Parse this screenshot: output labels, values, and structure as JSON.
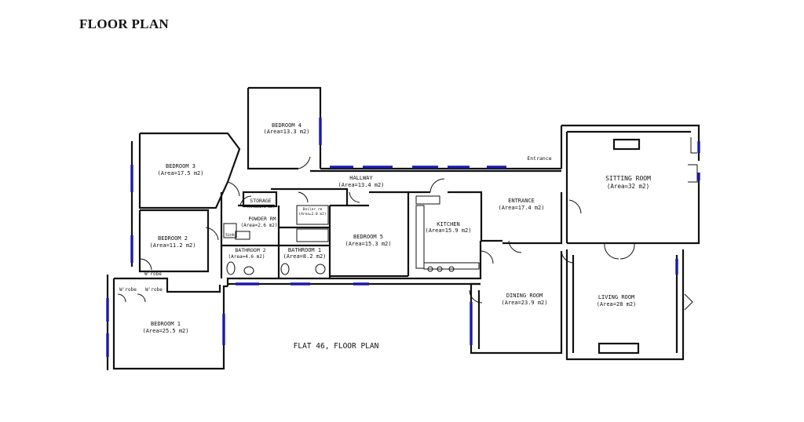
{
  "heading": "FLOOR PLAN",
  "plan_title": "FLAT 46, FLOOR PLAN",
  "colors": {
    "walls": "#111111",
    "windows": "#1a1aa8",
    "background": "#ffffff"
  },
  "rooms": {
    "bedroom4": {
      "name": "BEDROOM 4",
      "area": "(Area=13.3 m2)"
    },
    "bedroom3": {
      "name": "BEDROOM 3",
      "area": "(Area=17.5 m2)"
    },
    "bedroom2": {
      "name": "BEDROOM 2",
      "area": "(Area=11.2 m2)"
    },
    "bedroom1": {
      "name": "BEDROOM 1",
      "area": "(Area=25.5 m2)"
    },
    "storage": {
      "name": "STORAGE",
      "area": "(Area=2.8 m2)"
    },
    "powder": {
      "name": "POWDER RM",
      "area": "(Area=2.6 m2)"
    },
    "bathroom2": {
      "name": "BATHROOM 2",
      "area": "(Area=4.6 m2)"
    },
    "bathroom1": {
      "name": "BATHROOM 1",
      "area": "(Area=8.2 m2)"
    },
    "hallway": {
      "name": "HALLWAY",
      "area": "(Area=13.4 m2)"
    },
    "bedroom5": {
      "name": "BEDROOM 5",
      "area": "(Area=15.3 m2)"
    },
    "kitchen": {
      "name": "KITCHEN",
      "area": "(Area=15.9 m2)"
    },
    "entrance": {
      "name": "ENTRANCE",
      "area": "(Area=17.4 m2)"
    },
    "sitting": {
      "name": "SITTING ROOM",
      "area": "(Area=32 m2)"
    },
    "dining": {
      "name": "DINING ROOM",
      "area": "(Area=23.9 m2)"
    },
    "living": {
      "name": "LIVING ROOM",
      "area": "(Area=28 m2)"
    },
    "boiler": {
      "name": "Boiler rm",
      "area": "(Area=2.0 m2)"
    }
  },
  "fixtures": {
    "wrobe": "W'robe",
    "sink": "Sink",
    "entrance_tag": "Entrance"
  }
}
